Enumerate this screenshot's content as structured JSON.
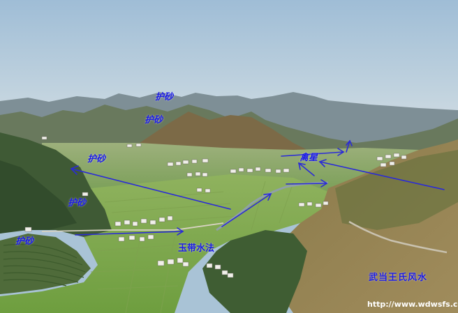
{
  "colors": {
    "label": "#1a1ae6",
    "arrow": "#2a2ad8",
    "url_text": "#ffffff"
  },
  "labels": {
    "husha_1": "护砂",
    "husha_2": "护砂",
    "husha_3": "护砂",
    "husha_4": "护砂",
    "husha_5": "护砂",
    "qinxing": "禽星",
    "yudai_shuifa": "玉带水法",
    "title": "武当王氏风水"
  },
  "watermark": {
    "url": "http://www.wdwsfs.com"
  }
}
